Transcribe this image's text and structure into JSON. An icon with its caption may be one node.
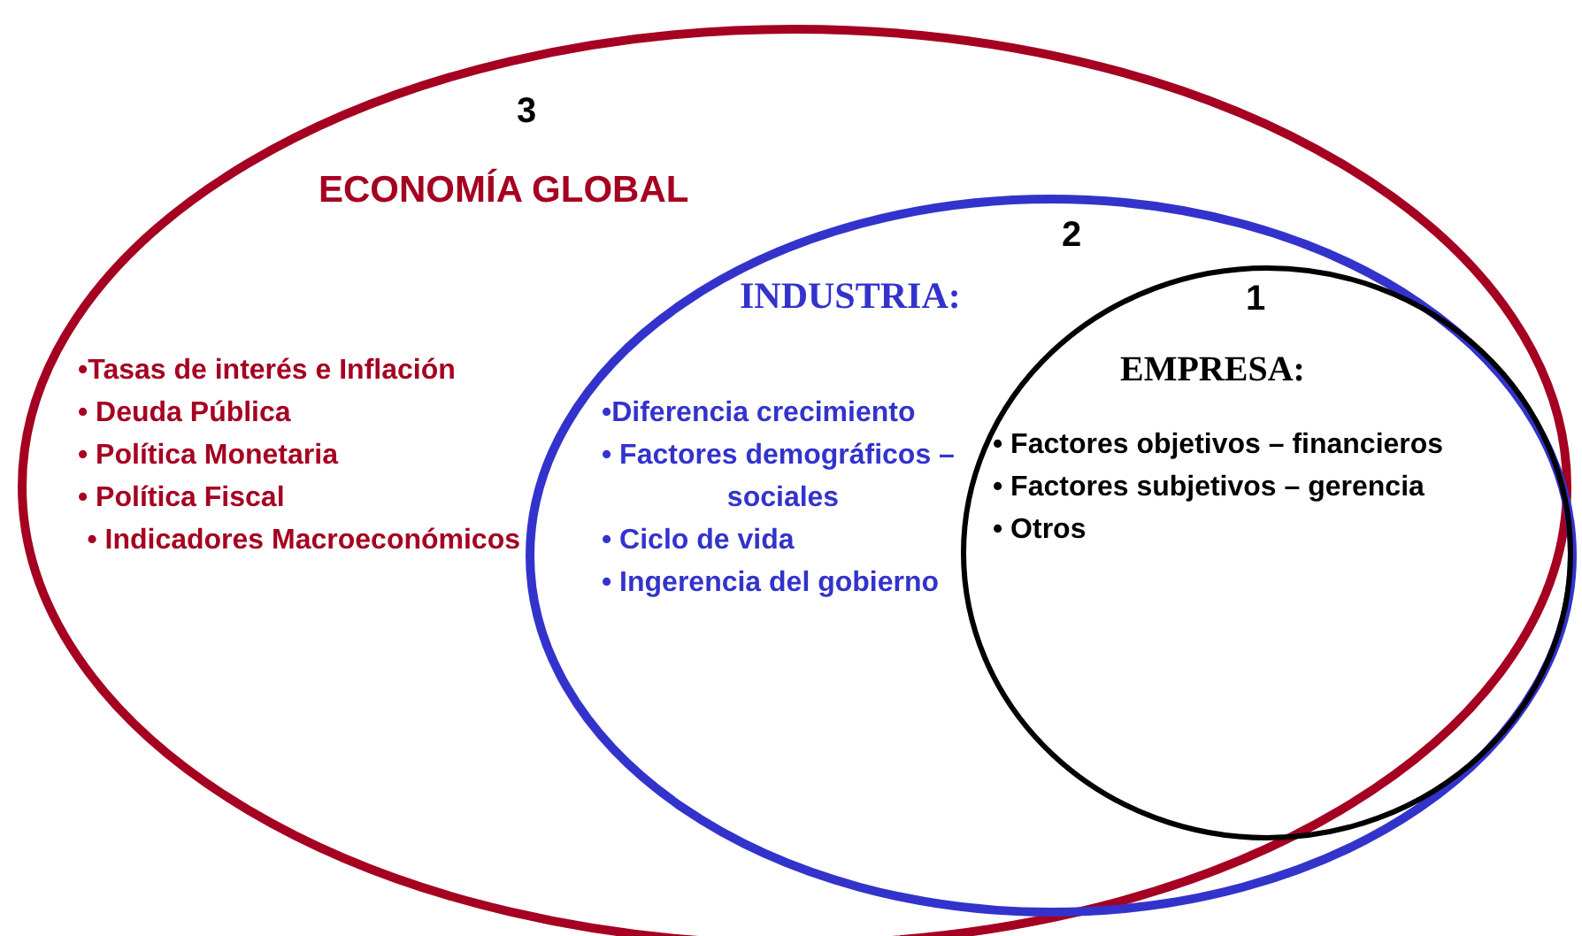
{
  "diagram": {
    "nodes": [
      {
        "text": [
          "3",
          "ECONOMÍA GLOBAL",
          "•Tasas de interés e Inflación",
          "• Deuda Pública",
          "• Política Monetaria",
          "• Política Fiscal",
          "• Indicadores Macroeconómicos"
        ]
      },
      {
        "text": [
          "2",
          "INDUSTRIA:",
          "•Diferencia crecimiento",
          "• Factores demográficos – sociales",
          "• Ciclo de vida",
          "• Ingerencia del gobierno"
        ],
        "in": 0
      },
      {
        "text": [
          "1",
          "EMPRESA:",
          "• Factores objetivos – financieros",
          "• Factores subjetivos – gerencia",
          "• Otros"
        ],
        "in": 1
      }
    ]
  }
}
